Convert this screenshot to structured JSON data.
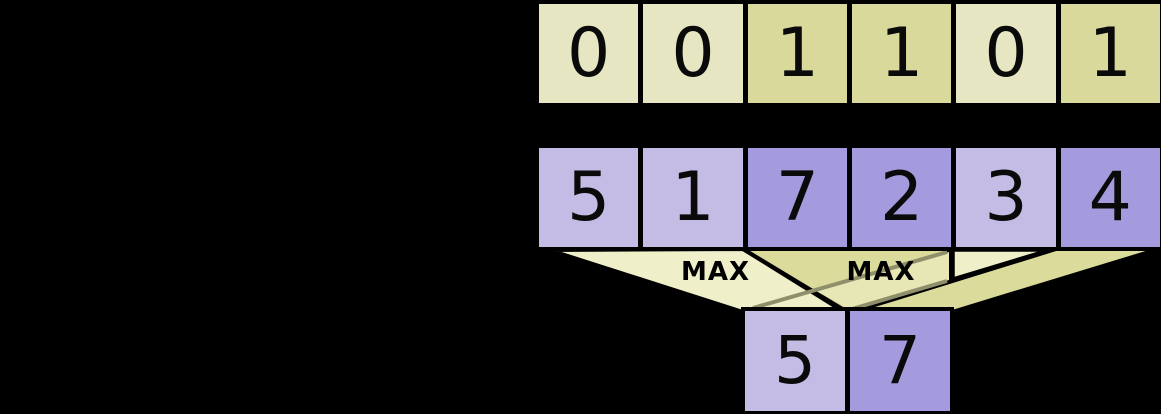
{
  "diagram": {
    "mask_row": {
      "cells": [
        {
          "value": "0",
          "tone": "yellow-light"
        },
        {
          "value": "0",
          "tone": "yellow-light"
        },
        {
          "value": "1",
          "tone": "yellow-dark"
        },
        {
          "value": "1",
          "tone": "yellow-dark"
        },
        {
          "value": "0",
          "tone": "yellow-light"
        },
        {
          "value": "1",
          "tone": "yellow-dark"
        }
      ]
    },
    "values_row": {
      "cells": [
        {
          "value": "5",
          "tone": "purple-light"
        },
        {
          "value": "1",
          "tone": "purple-light"
        },
        {
          "value": "7",
          "tone": "purple-dark"
        },
        {
          "value": "2",
          "tone": "purple-dark"
        },
        {
          "value": "3",
          "tone": "purple-light"
        },
        {
          "value": "4",
          "tone": "purple-dark"
        }
      ]
    },
    "result_row": {
      "cells": [
        {
          "value": "5",
          "tone": "purple-light"
        },
        {
          "value": "7",
          "tone": "purple-dark"
        }
      ]
    },
    "max_labels": [
      "MAX",
      "MAX"
    ],
    "colors": {
      "background": "#000000",
      "yellow_light": "#e6e6c2",
      "yellow_dark": "#d9d99c",
      "purple_light": "#c5bce6",
      "purple_dark": "#a49bdf",
      "funnel_light": "#efefca",
      "funnel_dark": "#dbdb9b",
      "funnel_overlap_patch": "#e7e7b5",
      "ghost_line": "#8f8f6b",
      "outline": "#000000"
    }
  }
}
